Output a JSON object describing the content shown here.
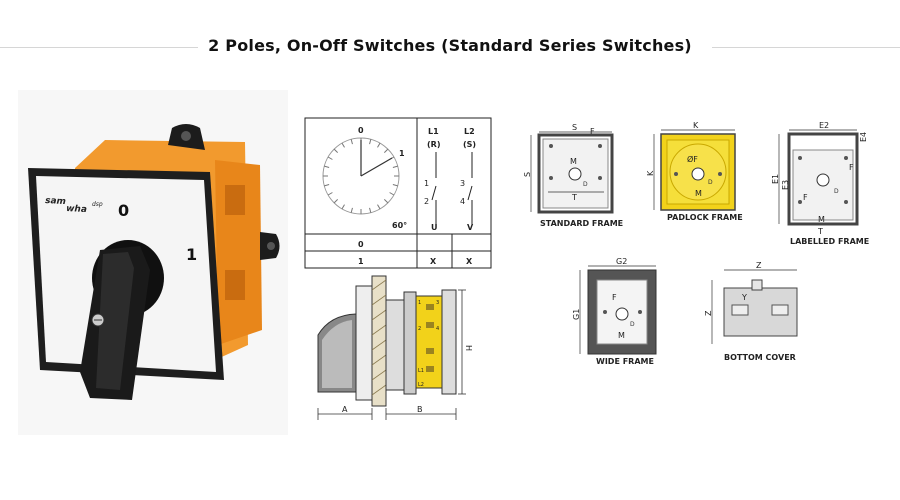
{
  "title": "2 Poles, On-Off Switches (Standard Series Switches)",
  "product": {
    "brand_logo": "sam wha dsp",
    "pos_off": "0",
    "pos_on": "1"
  },
  "switching_diagram": {
    "dial_top": "0",
    "dial_right": "1",
    "angle": "60°",
    "col_l1": "L1",
    "col_l1_sub": "(R)",
    "col_l2": "L2",
    "col_l2_sub": "(S)",
    "term_1": "1",
    "term_2": "2",
    "term_3": "3",
    "term_4": "4",
    "col_u": "U",
    "col_v": "V",
    "rows": [
      {
        "pos": "0",
        "u": "",
        "v": ""
      },
      {
        "pos": "1",
        "u": "X",
        "v": "X"
      }
    ]
  },
  "side_view": {
    "dim_a": "A",
    "dim_b": "B",
    "dim_h": "H",
    "term_labels": [
      "1",
      "2",
      "3",
      "4",
      "L1",
      "L2"
    ]
  },
  "frames": [
    {
      "caption": "STANDARD FRAME",
      "dims": [
        "S",
        "F",
        "M",
        "D",
        "T",
        "S"
      ]
    },
    {
      "caption": "PADLOCK FRAME",
      "dims": [
        "K",
        "ØF",
        "D",
        "M",
        "K"
      ]
    },
    {
      "caption": "LABELLED FRAME",
      "dims": [
        "E2",
        "E4",
        "E1",
        "E3",
        "F",
        "D",
        "M",
        "T"
      ]
    },
    {
      "caption": "WIDE FRAME",
      "dims": [
        "G2",
        "G1",
        "F",
        "D",
        "M"
      ]
    },
    {
      "caption": "BOTTOM COVER",
      "dims": [
        "Z",
        "Y",
        "Z"
      ]
    }
  ],
  "colors": {
    "orange": "#f29a2e",
    "yellow": "#f2d21a",
    "black": "#1c1c1c",
    "grey_frame": "#555555"
  }
}
